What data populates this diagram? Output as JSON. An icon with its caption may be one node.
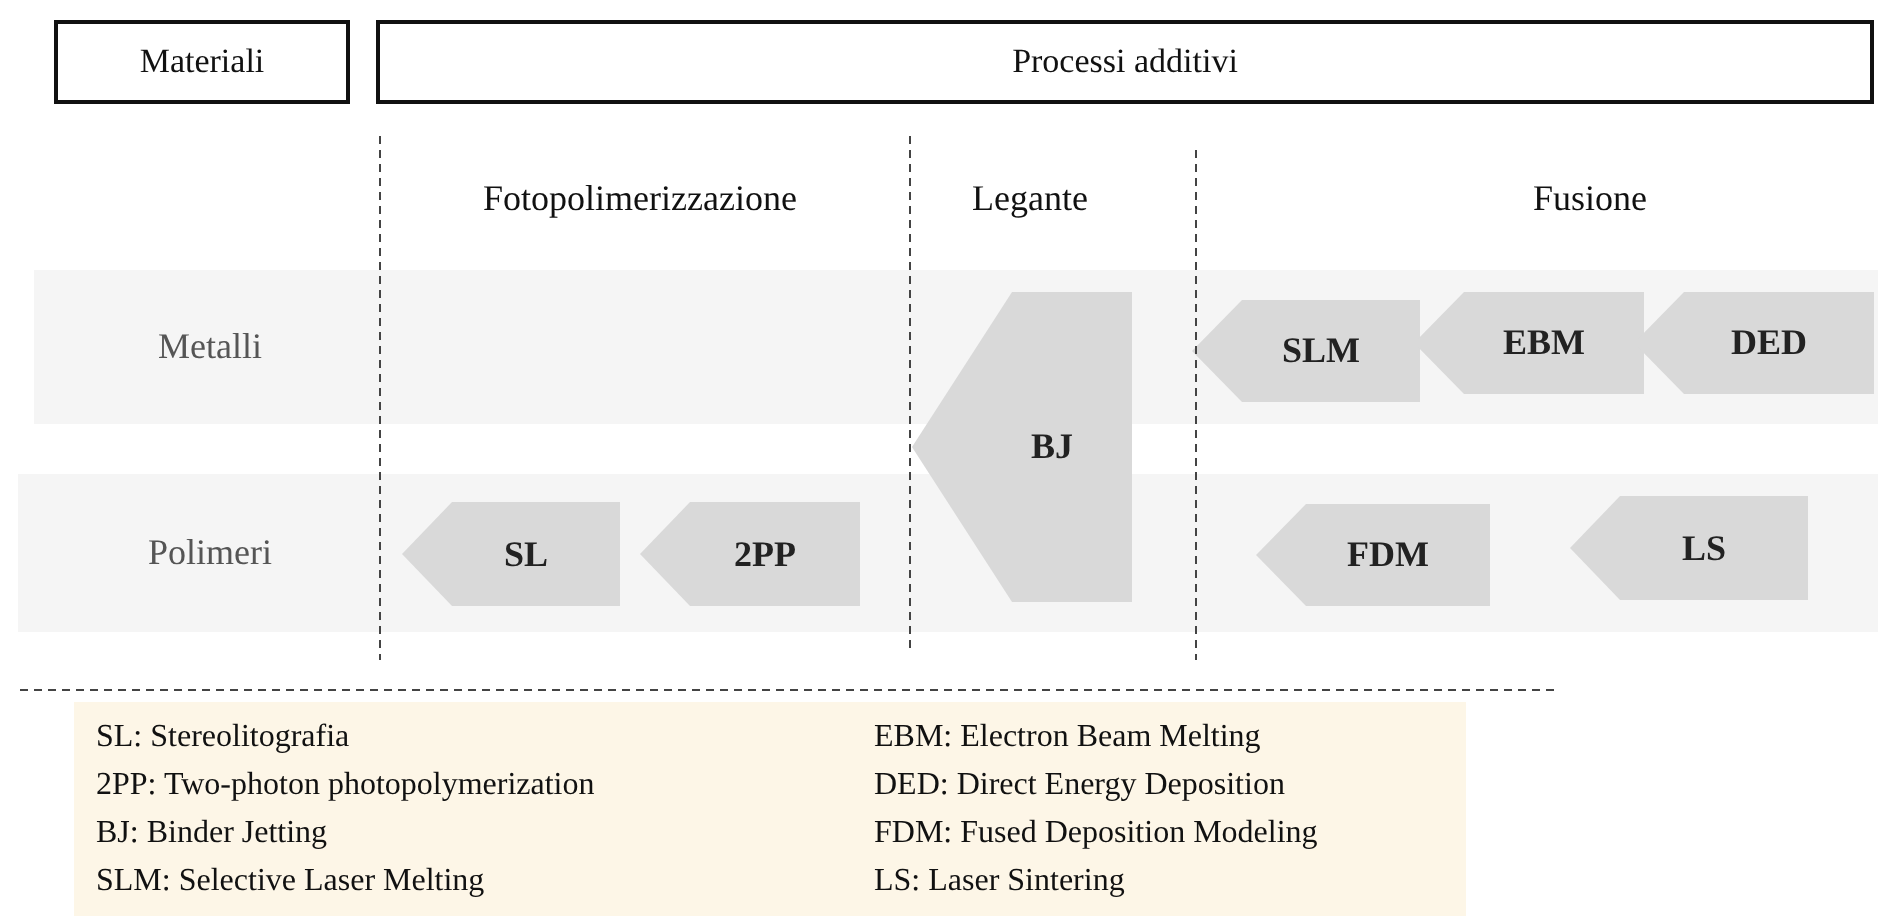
{
  "diagram": {
    "nodes": [
      {
        "text": [
          "Materiali"
        ]
      },
      {
        "text": [
          "Processi additivi"
        ]
      },
      {
        "text": [
          "Metalli"
        ]
      },
      {
        "text": [
          "Polimeri"
        ]
      },
      {
        "text": [
          "BJ"
        ]
      },
      {
        "text": [
          "SLM"
        ],
        "in": 2
      },
      {
        "text": [
          "EBM"
        ],
        "in": 2
      },
      {
        "text": [
          "DED"
        ],
        "in": 2
      },
      {
        "text": [
          "SL"
        ],
        "in": 3
      },
      {
        "text": [
          "2PP"
        ],
        "in": 3
      },
      {
        "text": [
          "FDM"
        ],
        "in": 3
      },
      {
        "text": [
          "LS"
        ],
        "in": 3
      },
      {
        "text": [
          "SL: Stereolitografia",
          "2PP: Two-photon photopolymerization",
          "BJ: Binder Jetting",
          "SLM: Selective Laser Melting",
          "EBM: Electron Beam Melting",
          "DED: Direct Energy Deposition",
          "FDM: Fused Deposition Modeling",
          "LS: Laser Sintering"
        ]
      }
    ],
    "labels": [
      "Fotopolimerizzazione",
      "Legante",
      "Fusione"
    ]
  }
}
